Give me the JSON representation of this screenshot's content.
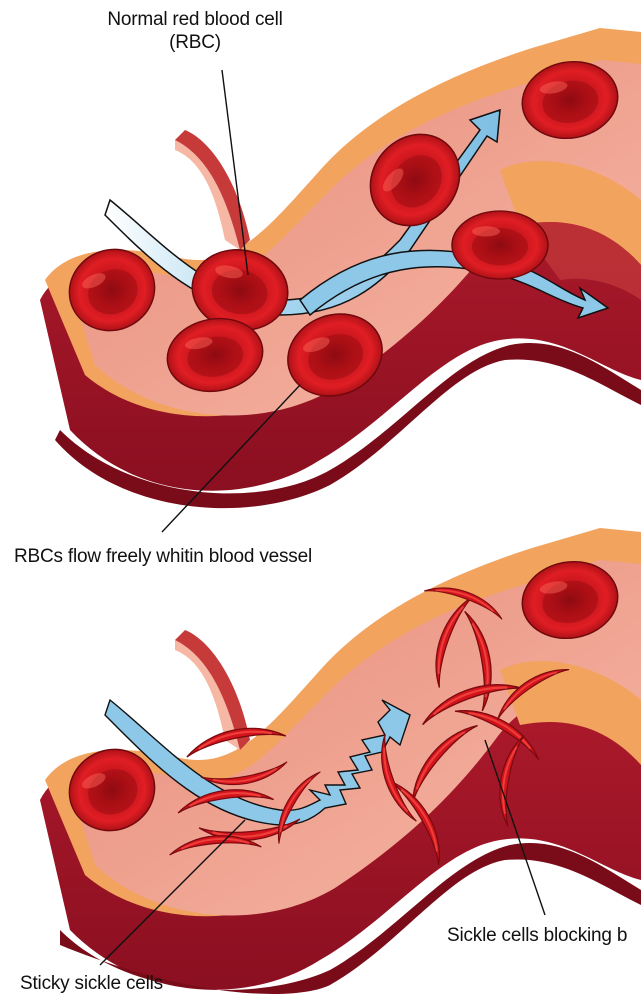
{
  "labels": {
    "normal_rbc_line1": "Normal red blood cell",
    "normal_rbc_line2": "(RBC)",
    "flow_freely": "RBCs flow freely whitin blood vessel",
    "sickle_blocking": "Sickle cells blocking b",
    "sticky_sickle": "Sticky sickle cells"
  },
  "colors": {
    "vessel_outer": "#a8172a",
    "vessel_wall_tan": "#f2a35e",
    "vessel_lumen": "#f3a08c",
    "vessel_inner": "#f6b8a4",
    "flow_arrow": "#8ec8e8",
    "rbc_red": "#d4141c",
    "rbc_dark": "#8e0c12",
    "leader_line": "#111111"
  }
}
